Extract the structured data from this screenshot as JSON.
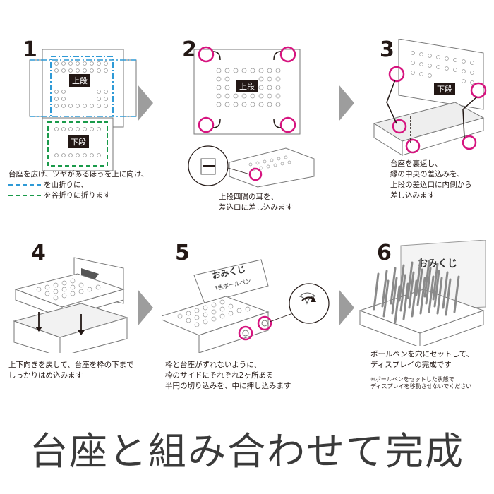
{
  "steps": [
    {
      "number": "1",
      "label_upper": "上段",
      "label_lower": "下段",
      "caption": [
        "台座を広げ、ツヤがあるほうを上に向け、"
      ],
      "legend": [
        {
          "text": "を山折りに、",
          "color": "#2f9ad6",
          "style": "dash-dot"
        },
        {
          "text": "を谷折りに折ります",
          "color": "#1a9a4a",
          "style": "dashed"
        }
      ]
    },
    {
      "number": "2",
      "label_upper": "上段",
      "caption": [
        "上段四隅の耳を、",
        "差込口に差し込みます"
      ]
    },
    {
      "number": "3",
      "label_upper": "下段",
      "caption": [
        "台座を裏返し、",
        "縁の中央の差込みを、",
        "上段の差込口に内側から",
        "差し込みます"
      ]
    },
    {
      "number": "4",
      "caption": [
        "上下向きを戻して、台座を枠の下まで",
        "しっかりはめ込みます"
      ]
    },
    {
      "number": "5",
      "box_text": [
        "おみくじ",
        "4色ボールペン"
      ],
      "caption": [
        "枠と台座がずれないように、",
        "枠のサイドにそれぞれ2ヶ所ある",
        "半円の切り込みを、中に押し込みます"
      ]
    },
    {
      "number": "6",
      "box_text": [
        "おみくじ"
      ],
      "caption": [
        "ボールペンを穴にセットして、",
        "ディスプレイの完成です"
      ],
      "note": [
        "※ボールペンをセットした状態で",
        "ディスプレイを移動させないでください"
      ]
    }
  ],
  "banner": "台座と組み合わせて完成",
  "colors": {
    "magenta": "#d6147f",
    "blue": "#2f9ad6",
    "green": "#1a9a4a",
    "arrow_gray": "#9d9d9d"
  }
}
